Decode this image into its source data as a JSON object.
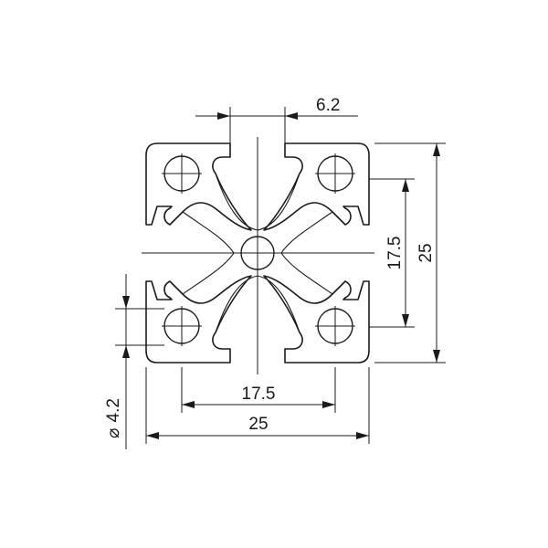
{
  "dimensions": {
    "slot_width": "6.2",
    "hole_spacing_horizontal": "17.5",
    "overall_width": "25",
    "hole_spacing_vertical": "17.5",
    "overall_height": "25",
    "hole_diameter_symbol": "⌀",
    "hole_diameter": "4.2"
  },
  "colors": {
    "line": "#1a1a1a",
    "background": "#ffffff"
  }
}
